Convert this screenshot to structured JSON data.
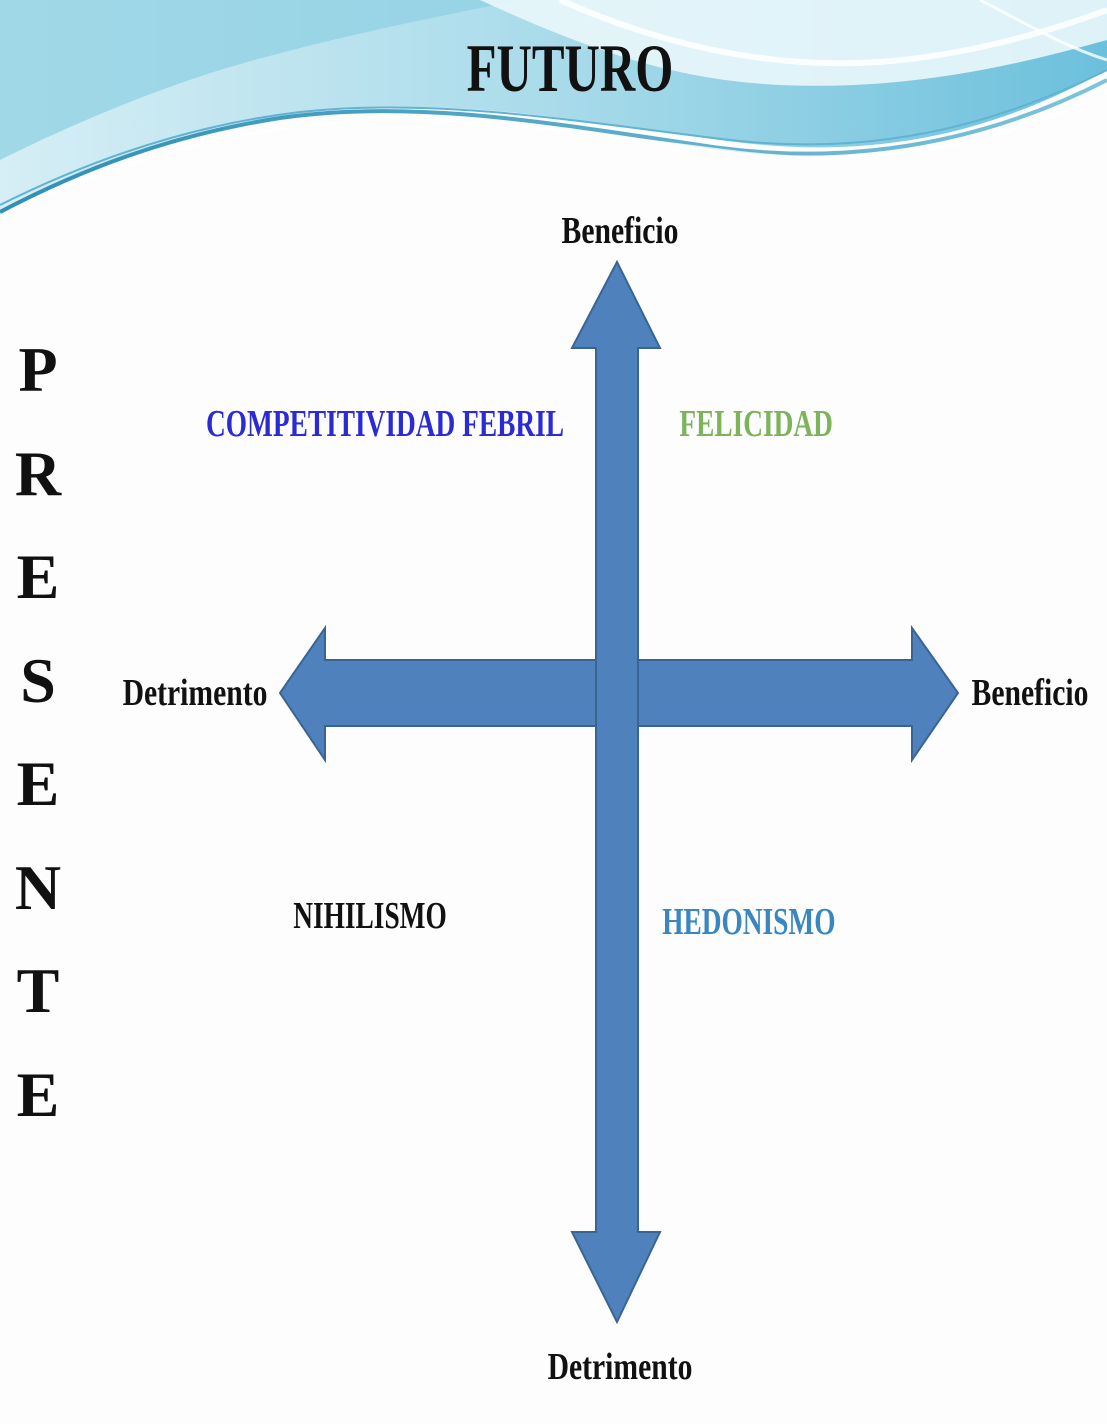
{
  "title": "FUTURO",
  "vertical_label": "PRESENTE",
  "axes": {
    "top": "Beneficio",
    "bottom": "Detrimento",
    "left": "Detrimento",
    "right": "Beneficio"
  },
  "quadrants": {
    "top_left": "COMPETITIVIDAD FEBRIL",
    "top_right": "FELICIDAD",
    "bottom_left": "NIHILISMO",
    "bottom_right": "HEDONISMO"
  },
  "colors": {
    "arrow_fill": "#4f81bd",
    "arrow_stroke": "#3a6494",
    "top_left_text": "#2b2bd6",
    "top_right_text": "#7db35a",
    "bottom_left_text": "#111111",
    "bottom_right_text": "#3a86c0",
    "wave_light": "#bfe4ee",
    "wave_mid": "#7cc4dc",
    "wave_dark": "#2f8fb4"
  }
}
